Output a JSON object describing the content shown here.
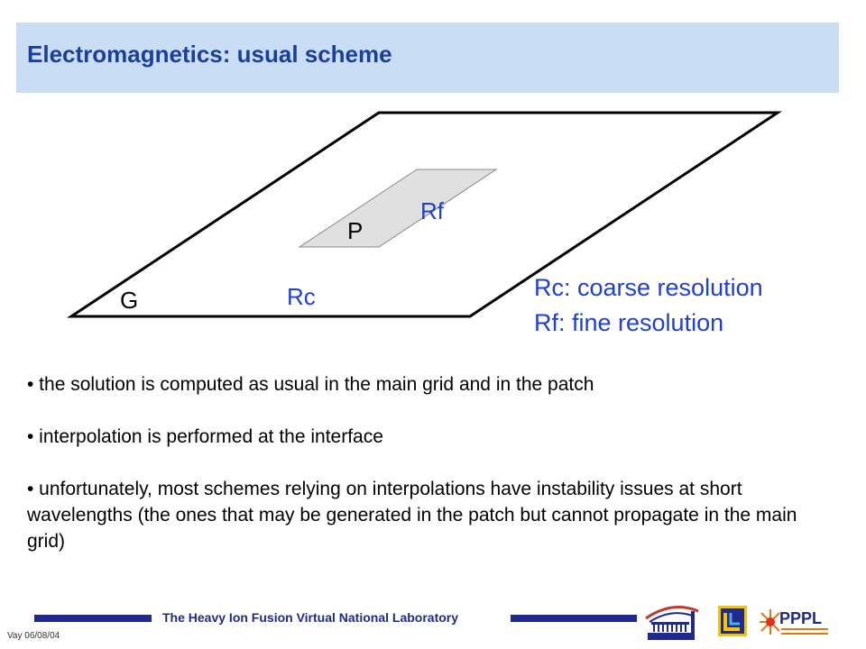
{
  "slide": {
    "title": "Electromagnetics: usual scheme"
  },
  "diagram": {
    "label_main_grid": "G",
    "label_patch": "P",
    "label_coarse": "Rc",
    "label_fine": "Rf"
  },
  "legend": {
    "line1": "Rc: coarse resolution",
    "line2": "Rf: fine resolution"
  },
  "bullets": [
    "• the solution is computed as usual in the main grid and in the patch",
    "• interpolation is performed at the interface",
    "• unfortunately, most schemes relying on interpolations have instability issues at short wavelengths (the ones that may be generated in the patch but cannot propagate in the main grid)"
  ],
  "footer": {
    "lab_name": "The Heavy Ion Fusion Virtual National Laboratory",
    "date": "Vay 06/08/04",
    "logo_right": "PPPL"
  },
  "colors": {
    "title_bg": "#c9def5",
    "title_text": "#1c3f9c",
    "accent_blue": "#2040d0",
    "footer_blue": "#1f2a8c",
    "patch_fill": "#e0e0e0"
  }
}
